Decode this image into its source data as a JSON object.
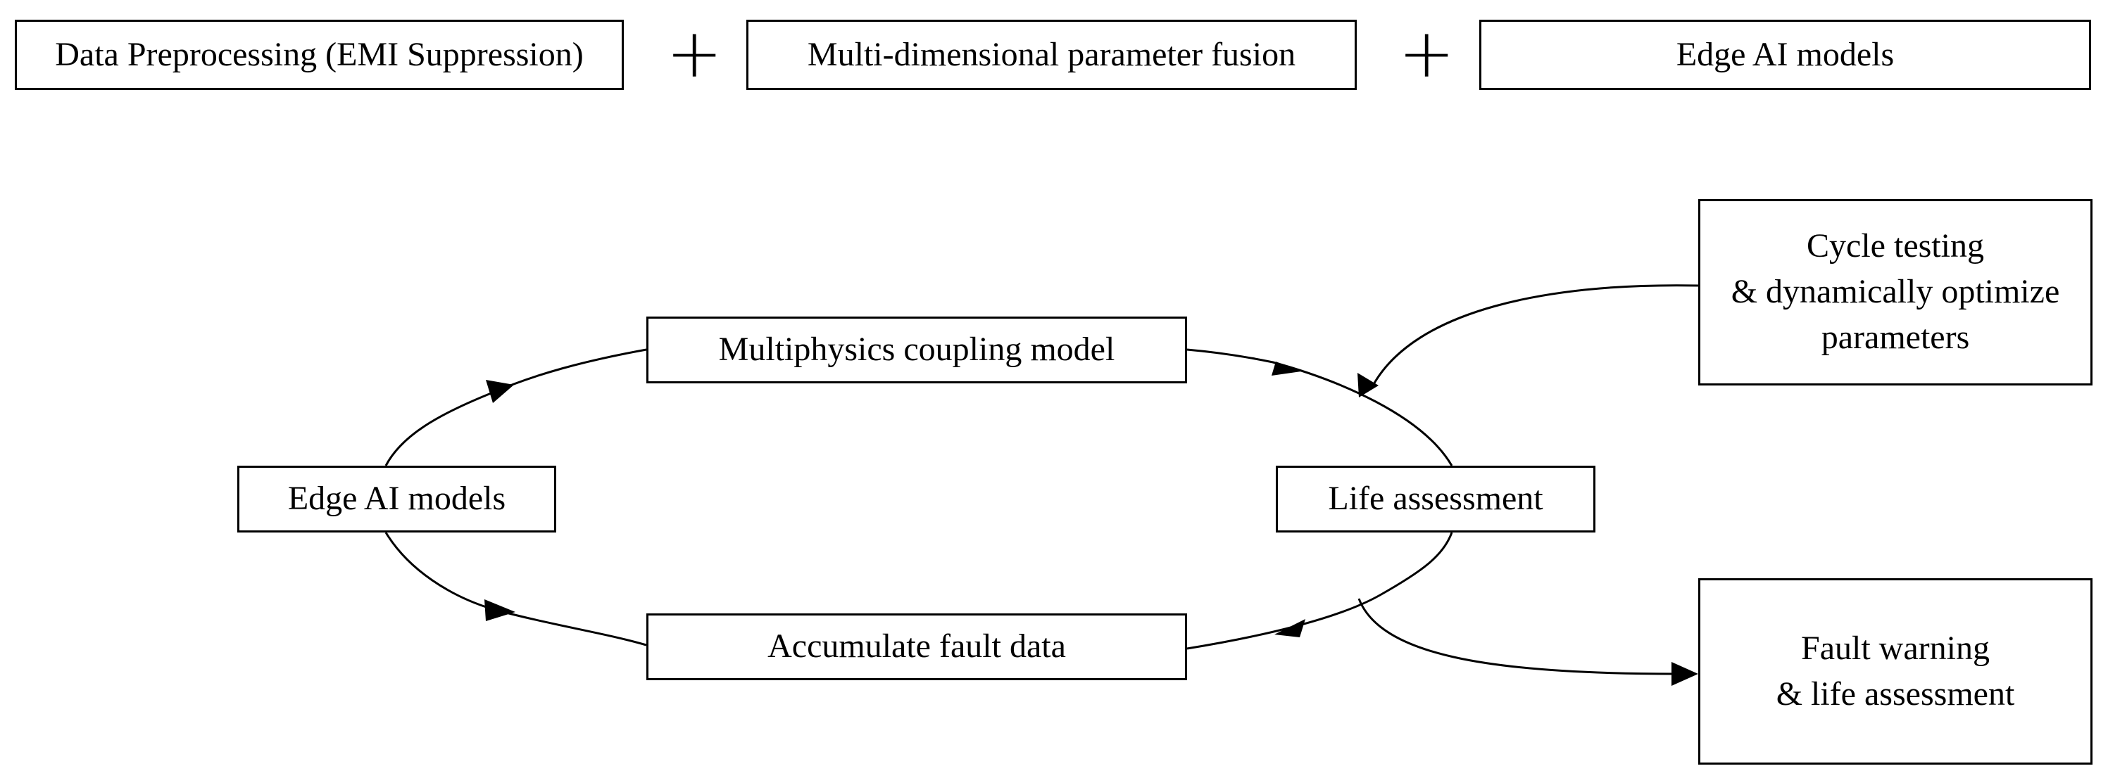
{
  "header": {
    "preprocessing": "Data Preprocessing (EMI Suppression)",
    "plus_1": "+",
    "fusion": "Multi-dimensional parameter fusion",
    "plus_2": "+",
    "edge_ai": "Edge AI models"
  },
  "cycle": {
    "multiphysics": "Multiphysics coupling model",
    "edge_ai": "Edge AI models",
    "life_assessment": "Life assessment",
    "accumulate": "Accumulate fault data"
  },
  "side": {
    "cycle_testing": [
      "Cycle testing",
      "& dynamically optimize",
      "parameters"
    ],
    "fault_warning": [
      "Fault warning",
      "& life assessment"
    ]
  },
  "colors": {
    "stroke": "#000000",
    "fill": "#ffffff"
  }
}
